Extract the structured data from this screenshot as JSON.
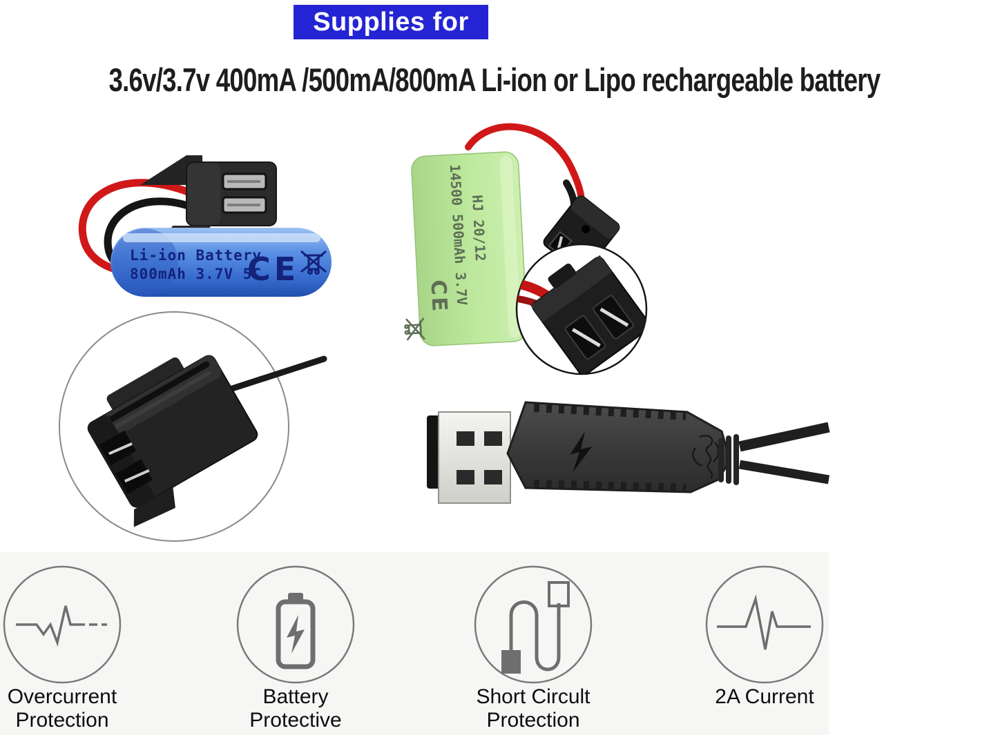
{
  "colors": {
    "banner_blue": "#2424d4",
    "battery_blue": "#4a86e0",
    "battery_green": "#b9e69a",
    "wire_red": "#d01818",
    "connector_black": "#232323",
    "feature_strip_gray": "#f6f6f5"
  },
  "banner": {
    "label": "Supplies for"
  },
  "headline": {
    "text": "3.6v/3.7v 400mA /500mA/800mA Li-ion or Lipo rechargeable battery"
  },
  "blue_battery": {
    "print_line1": "Li-ion Battery",
    "print_line2": "800mAh 3.7V 5C",
    "ce_mark": "CE",
    "bin_icon": "crossed-wheelie-bin-icon"
  },
  "green_battery": {
    "print_line1": "14500 500mAh 3.7V",
    "print_line2": "HJ 20/12",
    "ce_mark": "CE",
    "bin_icon": "crossed-wheelie-bin-icon"
  },
  "usb_charger": {
    "bolt_icon": "lightning-bolt-icon",
    "logo_icon": "brand-emblem-icon"
  },
  "insets": {
    "large": "sm-plug-closeup-photo",
    "small": "sm-socket-closeup-photo"
  },
  "features": [
    {
      "icon": "overcurrent-pulse-icon",
      "label_line1": "Overcurrent",
      "label_line2": "Protection"
    },
    {
      "icon": "battery-charging-icon",
      "label_line1": "Battery",
      "label_line2": "Protective"
    },
    {
      "icon": "charging-cable-icon",
      "label_line1": "Short Circult",
      "label_line2": "Protection"
    },
    {
      "icon": "current-wave-icon",
      "label_line1": "2A Current",
      "label_line2": ""
    }
  ]
}
